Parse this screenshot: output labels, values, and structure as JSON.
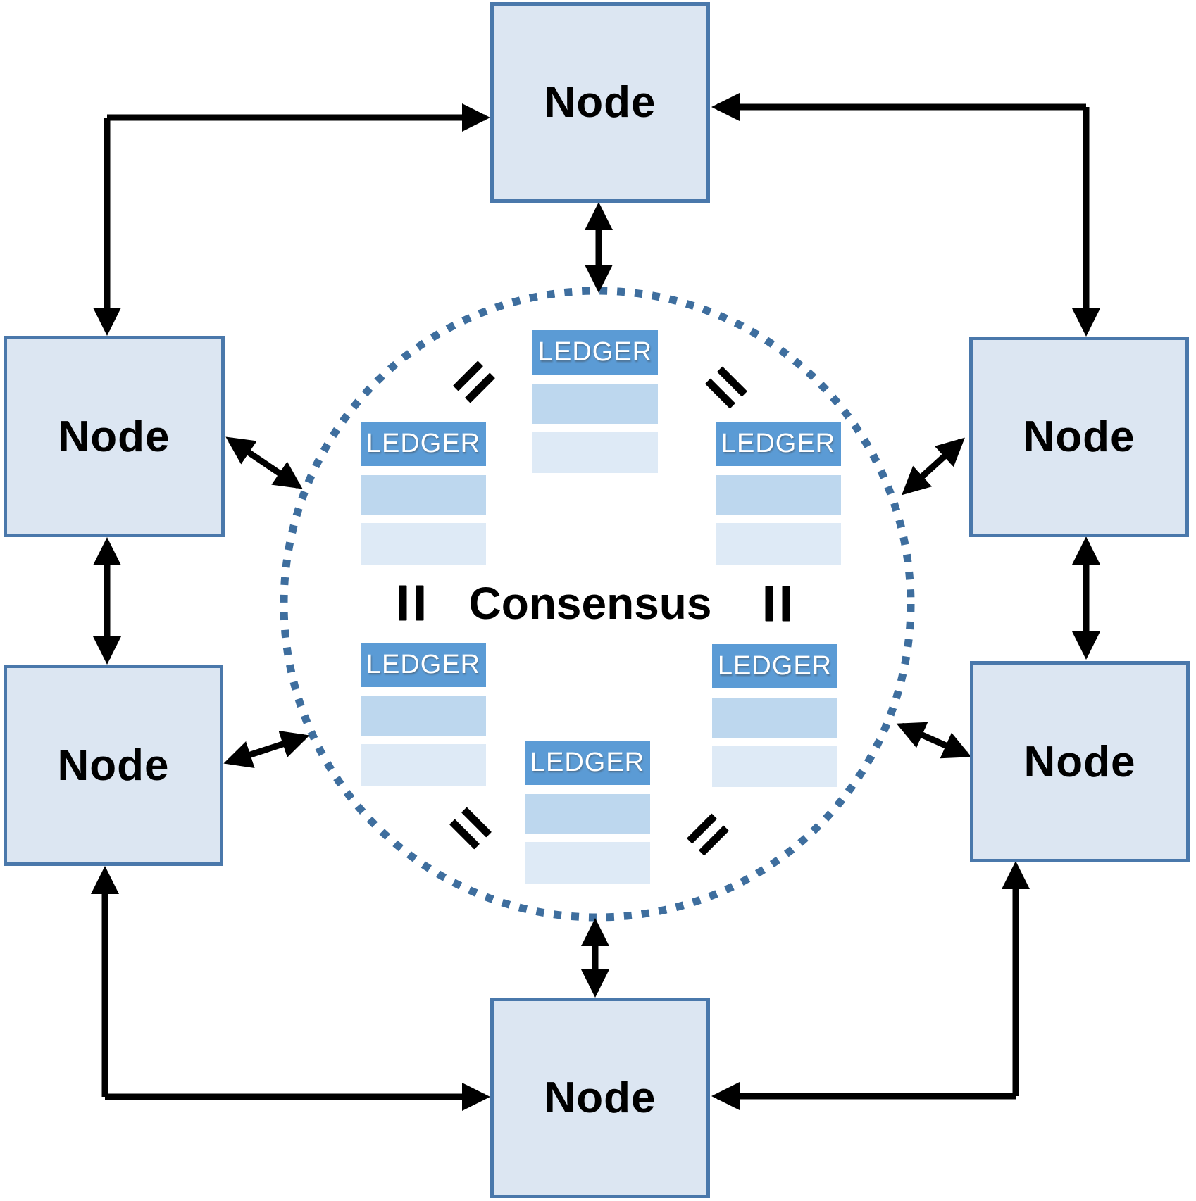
{
  "center": {
    "label": "Consensus"
  },
  "nodes": [
    {
      "id": "top",
      "label": "Node"
    },
    {
      "id": "left-top",
      "label": "Node"
    },
    {
      "id": "right-top",
      "label": "Node"
    },
    {
      "id": "left-bottom",
      "label": "Node"
    },
    {
      "id": "right-bottom",
      "label": "Node"
    },
    {
      "id": "bottom",
      "label": "Node"
    }
  ],
  "ledgers": [
    {
      "position": "top-center",
      "title": "LEDGER"
    },
    {
      "position": "upper-left",
      "title": "LEDGER"
    },
    {
      "position": "upper-right",
      "title": "LEDGER"
    },
    {
      "position": "lower-left",
      "title": "LEDGER"
    },
    {
      "position": "lower-right",
      "title": "LEDGER"
    },
    {
      "position": "bottom-center",
      "title": "LEDGER"
    }
  ],
  "equals_signs": [
    {
      "position": "upper-left",
      "symbol": "="
    },
    {
      "position": "upper-right",
      "symbol": "="
    },
    {
      "position": "middle-left",
      "symbol": "="
    },
    {
      "position": "middle-right",
      "symbol": "="
    },
    {
      "position": "lower-left",
      "symbol": "="
    },
    {
      "position": "lower-right",
      "symbol": "="
    }
  ],
  "connections": [
    {
      "from": "node-left-top",
      "to": "node-top",
      "style": "elbow",
      "bidirectional": true
    },
    {
      "from": "node-right-top",
      "to": "node-top",
      "style": "elbow",
      "bidirectional": true
    },
    {
      "from": "node-left-bottom",
      "to": "node-bottom",
      "style": "elbow",
      "bidirectional": true
    },
    {
      "from": "node-right-bottom",
      "to": "node-bottom",
      "style": "elbow",
      "bidirectional": true
    },
    {
      "from": "node-top",
      "to": "consensus-circle",
      "style": "straight",
      "bidirectional": true
    },
    {
      "from": "node-bottom",
      "to": "consensus-circle",
      "style": "straight",
      "bidirectional": true
    },
    {
      "from": "node-left-top",
      "to": "node-left-bottom",
      "style": "straight",
      "bidirectional": true
    },
    {
      "from": "node-right-top",
      "to": "node-right-bottom",
      "style": "straight",
      "bidirectional": true
    },
    {
      "from": "node-left-top",
      "to": "consensus-circle",
      "style": "diagonal",
      "bidirectional": true
    },
    {
      "from": "node-left-bottom",
      "to": "consensus-circle",
      "style": "diagonal",
      "bidirectional": true
    },
    {
      "from": "node-right-top",
      "to": "consensus-circle",
      "style": "diagonal",
      "bidirectional": true
    },
    {
      "from": "node-right-bottom",
      "to": "consensus-circle",
      "style": "diagonal",
      "bidirectional": true
    }
  ],
  "colors": {
    "node_fill": "#dce6f2",
    "node_border": "#4a78ab",
    "ledger_header": "#5b9bd5",
    "ledger_row_medium": "#bdd7ee",
    "ledger_row_light": "#deeaf6",
    "circle_dots": "#3e6e9e",
    "arrows": "#000000",
    "text": "#000000",
    "ledger_text": "#ffffff"
  }
}
